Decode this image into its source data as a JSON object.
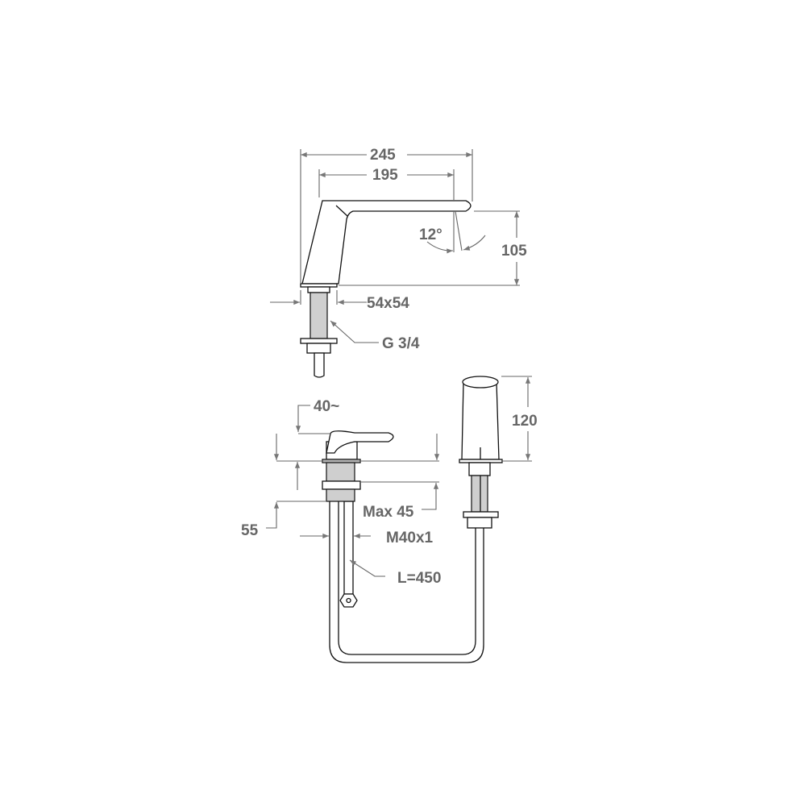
{
  "drawing": {
    "spout_dimensions": {
      "overall_length": "245",
      "reach": "195",
      "angle": "12°",
      "height": "105",
      "base_size": "54x54",
      "thread": "G 3/4"
    },
    "mixer_dimensions": {
      "lever_clearance": "40~",
      "max_deck_thickness": "Max 45",
      "height": "55",
      "thread": "M40x1",
      "hose_length": "L=450"
    },
    "hand_shower_dimensions": {
      "height": "120"
    },
    "colors": {
      "line": "#111111",
      "dimension": "#666666",
      "thread_fill": "#cfcfcf"
    }
  }
}
